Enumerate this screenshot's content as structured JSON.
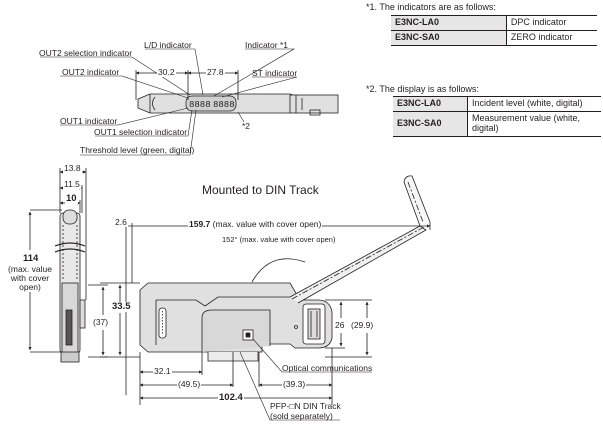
{
  "top_view": {
    "labels": {
      "out2_selection": "OUT2 selection indicator",
      "out2": "OUT2 indicator",
      "out1": "OUT1 indicator",
      "out1_selection": "OUT1 selection indicator",
      "threshold": "Threshold level (green, digital)",
      "ld": "L/D indicator",
      "indicator1": "Indicator *1",
      "st": "ST indicator",
      "note2": "*2"
    },
    "dims": {
      "d1": "30.2",
      "d2": "27.8"
    }
  },
  "notes": {
    "note1": {
      "title": "*1.   The indicators are as follows:",
      "rows": [
        {
          "model": "E3NC-LA0",
          "desc": "DPC indicator"
        },
        {
          "model": "E3NC-SA0",
          "desc": "ZERO indicator"
        }
      ]
    },
    "note2": {
      "title": "*2.   The display is as follows:",
      "rows": [
        {
          "model": "E3NC-LA0",
          "desc": "Incident level (white, digital)"
        },
        {
          "model": "E3NC-SA0",
          "desc": "Measurement value (white, digital)"
        }
      ]
    }
  },
  "side_view": {
    "dims": {
      "w1": "13.8",
      "w2": "11.5",
      "w3": "10",
      "height_value": "114",
      "height_note": "(max. value with cover open)",
      "h37": "(37)"
    }
  },
  "front_view": {
    "title": "Mounted to DIN Track",
    "dims": {
      "d26a": "2.6",
      "len_max_value": "159.7",
      "len_max_note": "(max. value with cover open)",
      "angle": "152° (max. value with cover open)",
      "h335": "33.5",
      "h26": "26",
      "h299": "(29.9)",
      "d321": "32.1",
      "d495": "(49.5)",
      "d393": "(39.3)",
      "d1024": "102.4"
    },
    "labels": {
      "optical": "Optical communications",
      "din_track": "PFP-□N DIN Track",
      "din_track_note": "(sold separately)"
    }
  }
}
